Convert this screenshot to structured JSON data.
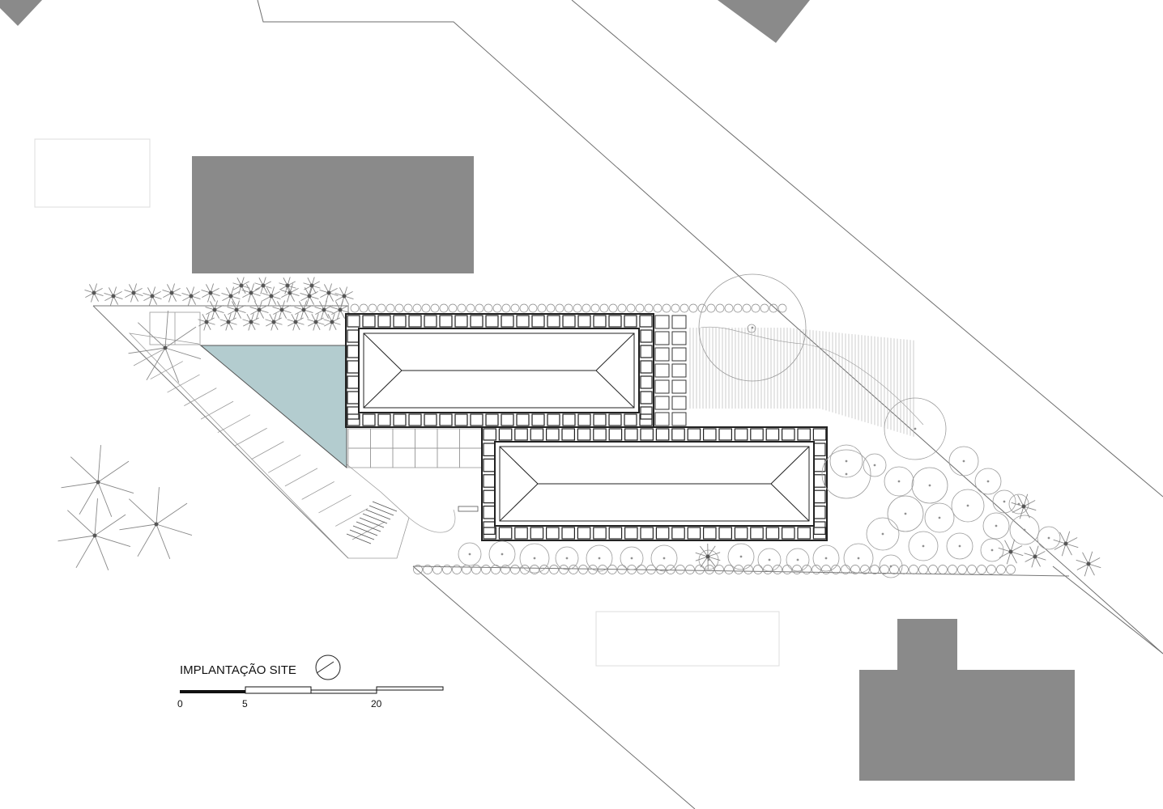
{
  "title": "IMPLANTAÇÃO SITE",
  "scale_bar": {
    "ticks": [
      "0",
      "5",
      "20"
    ]
  },
  "colors": {
    "background": "#ffffff",
    "neighbor_building": "#8a8a8a",
    "pool": "#b3cccf",
    "line": "#333333",
    "light_line": "#9a9a9a"
  },
  "icons": {
    "north_arrow": "north-arrow-icon"
  }
}
